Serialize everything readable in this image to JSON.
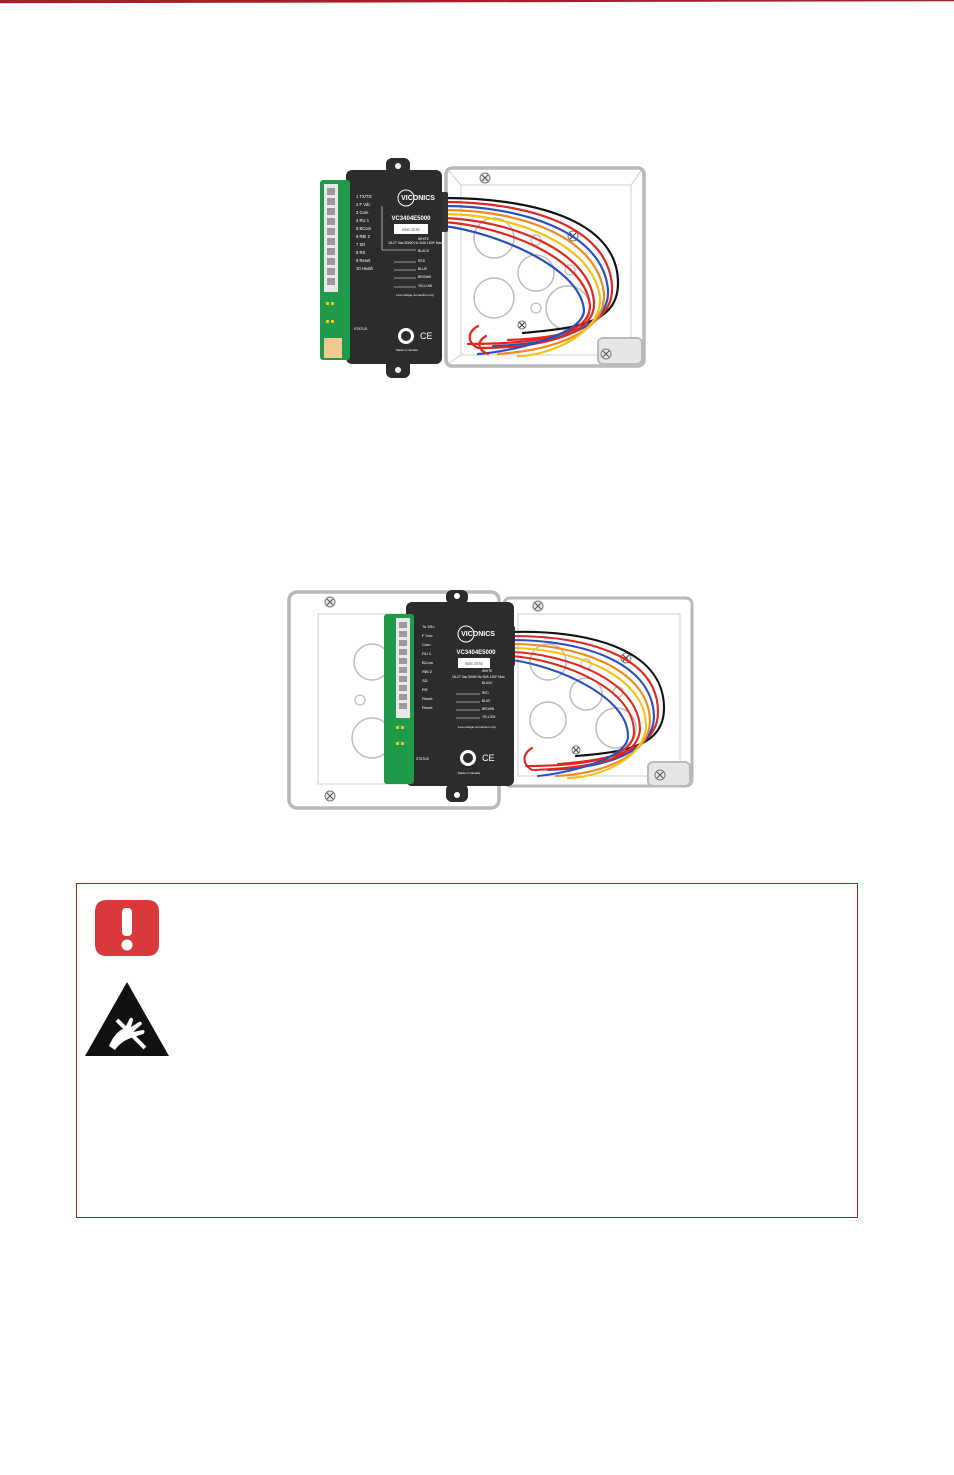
{
  "colors": {
    "header_rule": "#a31f2a",
    "warning_border": "#a31f2a",
    "warning_icon": "#d9393c",
    "controller_body": "#2c2c2c",
    "pcb_green": "#1f9a4a",
    "box_outline": "#b9b9b9",
    "wire_red": "#e0281f",
    "wire_orange": "#f28a1c",
    "wire_yellow": "#f5c318",
    "wire_blue": "#2b4fbf",
    "wire_black": "#111111"
  },
  "figure_1": {
    "brand": "VICONICS",
    "model": "VC3404E5000",
    "id_label": "SEE-SITE",
    "terminals": [
      "1 TX/TG",
      "2 F Vdc",
      "3 Com",
      "4 RU 1",
      "5 BCom",
      "6 RBI 2",
      "7 SD",
      "8 RS",
      "9 Reset",
      "10 Heath"
    ],
    "ratings": "18-27 Vac  50/60 Hz\n5VA  120F Max",
    "wire_labels": [
      "WHITE",
      "BLACK",
      "RED",
      "BLUE",
      "BROWN",
      "YELLOW"
    ],
    "footer_note": "Low-voltage connection only",
    "status": "STATUS",
    "made_in": "Made in Canada"
  },
  "figure_2": {
    "brand": "VICONICS",
    "model": "VC3404E5000",
    "id_label": "SEE-SITE",
    "terminals": [
      "To 1Rc",
      "F Vdc",
      "Com",
      "RU 1",
      "BCom",
      "RBI 2",
      "SD",
      "RS",
      "Reset",
      "Reset"
    ],
    "ratings": "18-27 Vac  50/60 Hz\n5VA  120F Max",
    "wire_labels": [
      "WHITE",
      "BLACK",
      "RED",
      "BLUE",
      "BROWN",
      "YELLOW"
    ],
    "footer_note": "Low-voltage connection only",
    "status": "STATUS",
    "made_in": "Made in Canada"
  },
  "warning_box": {
    "icons": [
      "warning-exclamation-icon",
      "esd-sensitive-icon"
    ]
  }
}
